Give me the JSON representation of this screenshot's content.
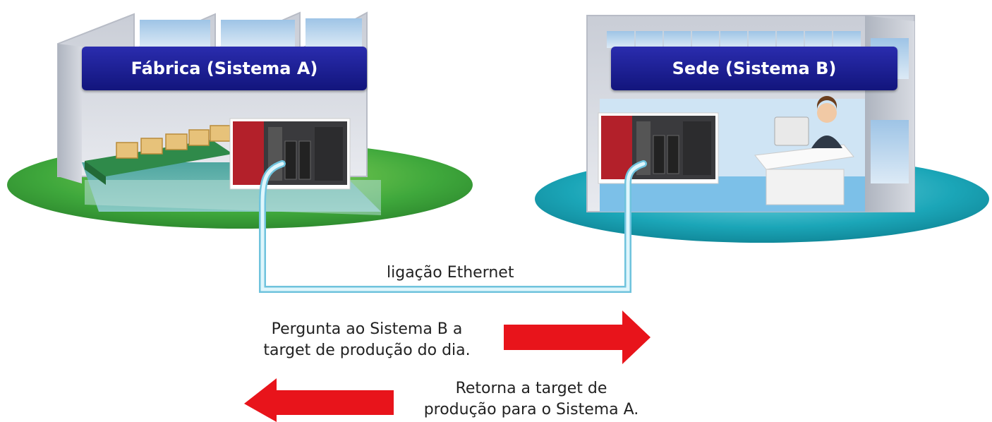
{
  "factory": {
    "label": "Fábrica (Sistema A)"
  },
  "headquarters": {
    "label": "Sede (Sistema B)"
  },
  "connection": {
    "label": "ligação Ethernet"
  },
  "query": {
    "line1": "Pergunta ao Sistema B a",
    "line2": "target de produção do dia."
  },
  "reply": {
    "line1": "Retorna a target de",
    "line2": "produção para o Sistema A."
  },
  "colors": {
    "label_bg": "#1b1e95",
    "factory_ground": "#3fa83c",
    "hq_ground": "#1ba6b8",
    "cable": "#8fe0f2",
    "arrow": "#e8141b",
    "plc_red": "#b3202a"
  }
}
